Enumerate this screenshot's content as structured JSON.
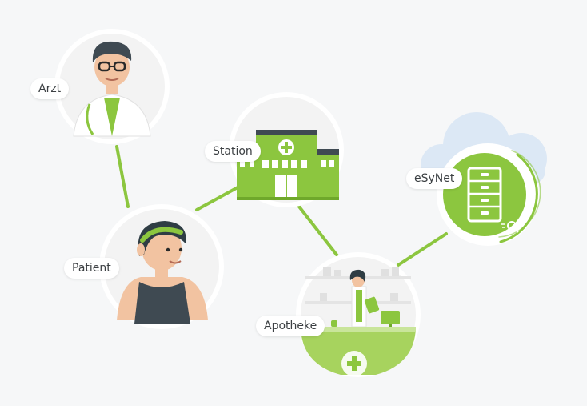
{
  "nodes": {
    "arzt": {
      "label": "Arzt"
    },
    "station": {
      "label": "Station"
    },
    "patient": {
      "label": "Patient"
    },
    "apotheke": {
      "label": "Apotheke"
    },
    "esynet": {
      "label": "eSyNet"
    }
  },
  "colors": {
    "accent": "#8cc63f",
    "accent_dark": "#6fa82b",
    "background": "#f6f7f8",
    "circle": "#ffffff",
    "cloud": "#dce8f5",
    "skin": "#f2c3a1",
    "hair": "#2f3d44",
    "shirt": "#3f4a52"
  },
  "icons": {
    "arzt": "doctor-avatar-icon",
    "station": "hospital-building-icon",
    "patient": "patient-avatar-icon",
    "apotheke": "pharmacist-counter-icon",
    "esynet": "filing-cabinet-search-icon"
  }
}
